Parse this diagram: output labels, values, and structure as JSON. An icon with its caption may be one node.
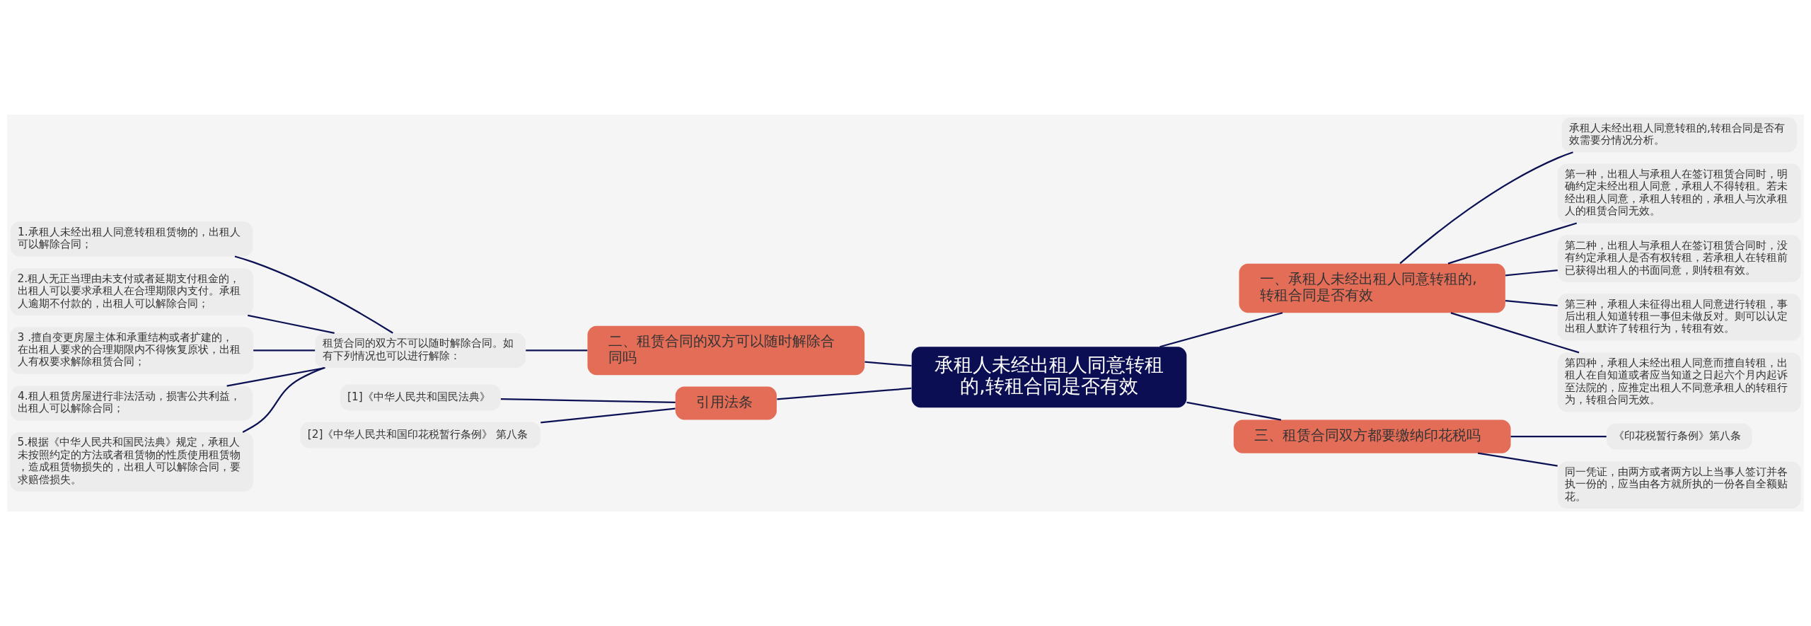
{
  "diagram": {
    "nodes": [
      {
        "text": [
          "承租人未经出租人同意转租的,转租合同是否有效"
        ]
      },
      {
        "text": [
          "一、承租人未经出租人同意转租的,转租合同是否有效"
        ]
      },
      {
        "text": [
          "承租人未经出租人同意转租的,转租合同是否有效需要分情况分析。"
        ]
      },
      {
        "text": [
          "第一种，出租人与承租人在签订租赁合同时，明确约定未经出租人同意，承租人不得转租。若未经出租人同意，承租人转租的，承租人与次承租人的租赁合同无效。"
        ]
      },
      {
        "text": [
          "第二种，出租人与承租人在签订租赁合同时，没有约定承租人是否有权转租，若承租人在转租前已获得出租人的书面同意，则转租有效。"
        ]
      },
      {
        "text": [
          "第三种，承租人未征得出租人同意进行转租，事后出租人知道转租一事但未做反对。则可以认定出租人默许了转租行为，转租有效。"
        ]
      },
      {
        "text": [
          "第四种，承租人未经出租人同意而擅自转租，出租人在自知道或者应当知道之日起六个月内起诉至法院的，应推定出租人不同意承租人的转租行为，转租合同无效。"
        ]
      },
      {
        "text": [
          "二、租赁合同的双方可以随时解除合同吗"
        ]
      },
      {
        "text": [
          "租赁合同的双方不可以随时解除合同。如有下列情况也可以进行解除："
        ]
      },
      {
        "text": [
          "1.承租人未经出租人同意转租租赁物的，出租人可以解除合同；"
        ]
      },
      {
        "text": [
          "2.租人无正当理由未支付或者延期支付租金的，出租人可以要求承租人在合理期限内支付。承租人逾期不付款的，出租人可以解除合同；"
        ]
      },
      {
        "text": [
          "3 .擅自变更房屋主体和承重结构或者扩建的，在出租人要求的合理期限内不得恢复原状，出租人有权要求解除租赁合同；"
        ]
      },
      {
        "text": [
          "4.租人租赁房屋进行非法活动，损害公共利益，出租人可以解除合同；"
        ]
      },
      {
        "text": [
          "5.根据《中华人民共和国民法典》规定，承租人未按照约定的方法或者租赁物的性质使用租赁物，造成租赁物损失的，出租人可以解除合同，要求赔偿损失。"
        ]
      },
      {
        "text": [
          "三、租赁合同双方都要缴纳印花税吗"
        ]
      },
      {
        "text": [
          "《印花税暂行条例》第八条"
        ]
      },
      {
        "text": [
          "同一凭证，由两方或者两方以上当事人签订并各执一份的，应当由各方就所执的一份各自全额贴花。"
        ]
      },
      {
        "text": [
          "引用法条"
        ]
      },
      {
        "text": [
          "[1]《中华人民共和国民法典》"
        ]
      },
      {
        "text": [
          "[2]《中华人民共和国印花税暂行条例》 第八条"
        ]
      }
    ],
    "edges": [
      {
        "from": 0,
        "to": 1,
        "arrow": "none"
      },
      {
        "from": 1,
        "to": 2,
        "arrow": "none"
      },
      {
        "from": 1,
        "to": 3,
        "arrow": "none"
      },
      {
        "from": 1,
        "to": 4,
        "arrow": "none"
      },
      {
        "from": 1,
        "to": 5,
        "arrow": "none"
      },
      {
        "from": 1,
        "to": 6,
        "arrow": "none"
      },
      {
        "from": 7,
        "to": 0,
        "arrow": "none"
      },
      {
        "from": 8,
        "to": 7,
        "arrow": "none"
      },
      {
        "from": 9,
        "to": 8,
        "arrow": "none"
      },
      {
        "from": 10,
        "to": 8,
        "arrow": "none"
      },
      {
        "from": 11,
        "to": 8,
        "arrow": "none"
      },
      {
        "from": 12,
        "to": 8,
        "arrow": "none"
      },
      {
        "from": 13,
        "to": 8,
        "arrow": "none"
      },
      {
        "from": 0,
        "to": 14,
        "arrow": "none"
      },
      {
        "from": 14,
        "to": 15,
        "arrow": "none"
      },
      {
        "from": 14,
        "to": 16,
        "arrow": "none"
      },
      {
        "from": 17,
        "to": 0,
        "arrow": "none"
      },
      {
        "from": 18,
        "to": 17,
        "arrow": "none"
      },
      {
        "from": 19,
        "to": 17,
        "arrow": "none"
      }
    ]
  }
}
